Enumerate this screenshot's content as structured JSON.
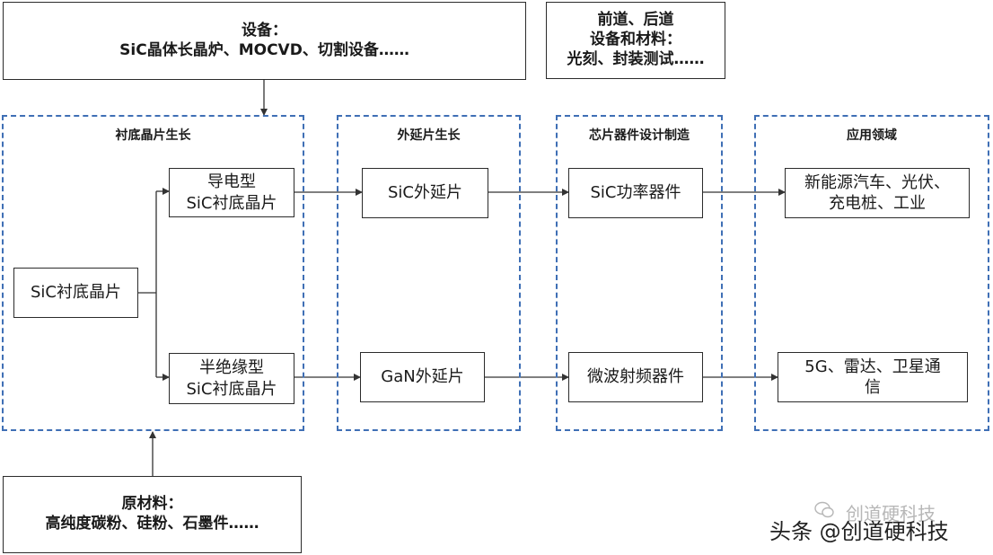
{
  "equipment": {
    "title": "设备：",
    "body": "SiC晶体长晶炉、MOCVD、切割设备……"
  },
  "frontback": {
    "line1": "前道、后道",
    "line2": "设备和材料：",
    "line3": "光刻、封装测试……"
  },
  "materials": {
    "title": "原材料：",
    "body": "高纯度碳粉、硅粉、石墨件……"
  },
  "regions": {
    "substrate": "衬底晶片生长",
    "epitaxy": "外延片生长",
    "chip": "芯片器件设计制造",
    "application": "应用领域"
  },
  "nodes": {
    "sic_substrate": "SiC衬底晶片",
    "conductive": {
      "line1": "导电型",
      "line2": "SiC衬底晶片"
    },
    "semi_insulating": {
      "line1": "半绝缘型",
      "line2": "SiC衬底晶片"
    },
    "sic_epi": "SiC外延片",
    "gan_epi": "GaN外延片",
    "sic_power": "SiC功率器件",
    "rf_device": "微波射频器件",
    "app_ev": {
      "line1": "新能源汽车、光伏、",
      "line2": "充电桩、工业"
    },
    "app_5g": {
      "line1": "5G、雷达、卫星通",
      "line2": "信"
    }
  },
  "watermark": {
    "front": "头条 @创道硬科技",
    "back": "创道硬科技"
  },
  "colors": {
    "region_border": "#3f6fb5",
    "box_border": "#2b2b2b",
    "text": "#1a1a1a"
  }
}
